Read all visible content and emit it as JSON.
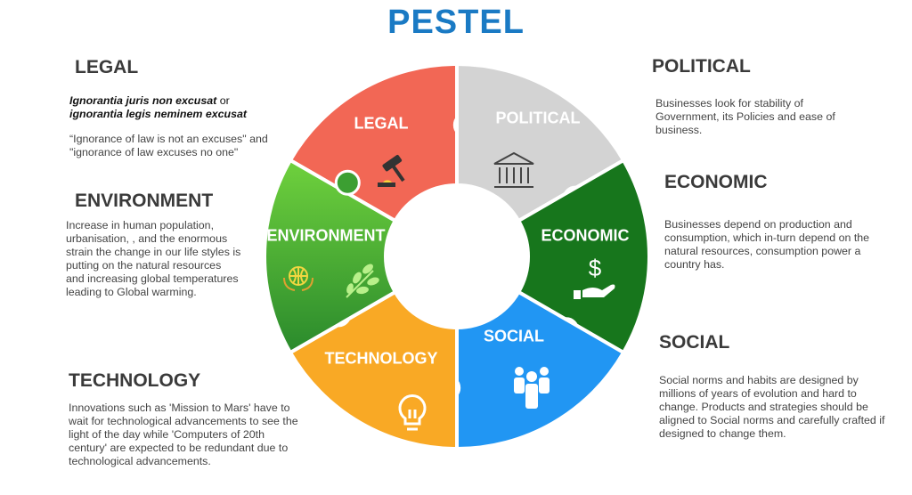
{
  "title": "PESTEL",
  "colors": {
    "legal": "#f26755",
    "political": "#d3d3d3",
    "economic": "#17761c",
    "social": "#2196f3",
    "technology": "#f9a925",
    "environment": "#4cb535",
    "title": "#1a7ac4"
  },
  "segments": [
    {
      "key": "legal",
      "label": "LEGAL",
      "icon": "gavel-icon"
    },
    {
      "key": "political",
      "label": "POLITICAL",
      "icon": "bank-icon"
    },
    {
      "key": "economic",
      "label": "ECONOMIC",
      "icon": "dollar-hand-icon"
    },
    {
      "key": "social",
      "label": "SOCIAL",
      "icon": "people-icon"
    },
    {
      "key": "technology",
      "label": "TECHNOLOGY",
      "icon": "lightbulb-icon"
    },
    {
      "key": "environment",
      "label": "ENVIRONMENT",
      "icon": "globe-hands-icon"
    }
  ],
  "descriptions": {
    "legal": {
      "heading": "LEGAL",
      "latin1": "Ignorantia juris non excusat",
      "or": " or",
      "latin2": "ignorantia legis neminem excusat",
      "text": "“Ignorance of law is not an excuses\" and \"ignorance of law excuses no one\""
    },
    "environment": {
      "heading": "ENVIRONMENT",
      "text": "Increase in human population, urbanisation, , and the enormous strain the change in our life styles is putting on the natural resources and increasing global temperatures leading to Global warming."
    },
    "technology": {
      "heading": "TECHNOLOGY",
      "text": "Innovations such as 'Mission to Mars' have to wait for technological advancements to see the light of the day while 'Computers of 20th century' are expected to be redundant due to technological advancements."
    },
    "political": {
      "heading": "POLITICAL",
      "text": "Businesses look for stability of Government, its Policies and ease of business."
    },
    "economic": {
      "heading": "ECONOMIC",
      "text": "Businesses depend on production and consumption, which in-turn depend on the natural resources, consumption power a country has."
    },
    "social": {
      "heading": "SOCIAL",
      "text": "Social norms and habits are designed by millions of years of evolution and hard to change. Products and strategies should be aligned to Social norms and carefully crafted if designed to change them."
    }
  }
}
